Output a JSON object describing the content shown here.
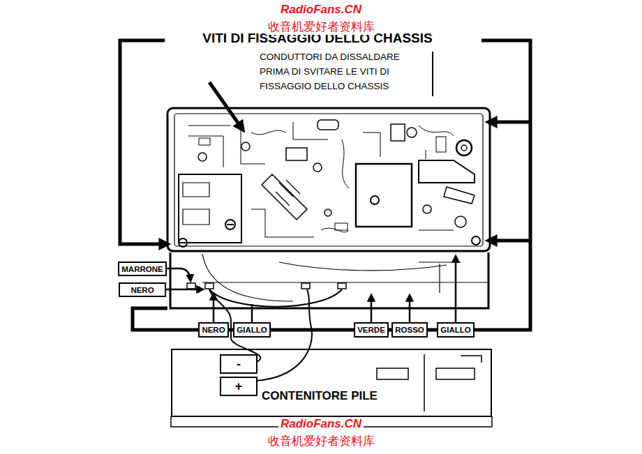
{
  "diagram": {
    "title": "VITI DI FISSAGGIO DELLO CHASSIS",
    "nodes": [
      {
        "text": [
          "MARRONE"
        ]
      },
      {
        "text": [
          "NERO"
        ]
      },
      {
        "text": [
          "NERO"
        ]
      },
      {
        "text": [
          "GIALLO"
        ]
      },
      {
        "text": [
          "VERDE"
        ]
      },
      {
        "text": [
          "ROSSO"
        ]
      },
      {
        "text": [
          "GIALLO"
        ]
      },
      {
        "text": [
          "CONTENITORE PILE"
        ]
      },
      {
        "text": [
          "-"
        ],
        "in": 7
      },
      {
        "text": [
          "+"
        ],
        "in": 7
      }
    ],
    "labels": [
      "RadioFans.CN",
      "收音机爱好者资料库",
      "CONDUTTORI DA DISSALDARE PRIMA DI SVITARE LE VITI DI FISSAGGIO DELLO CHASSIS",
      "RadioFans.CN",
      "收音机爱好者资料库"
    ]
  }
}
